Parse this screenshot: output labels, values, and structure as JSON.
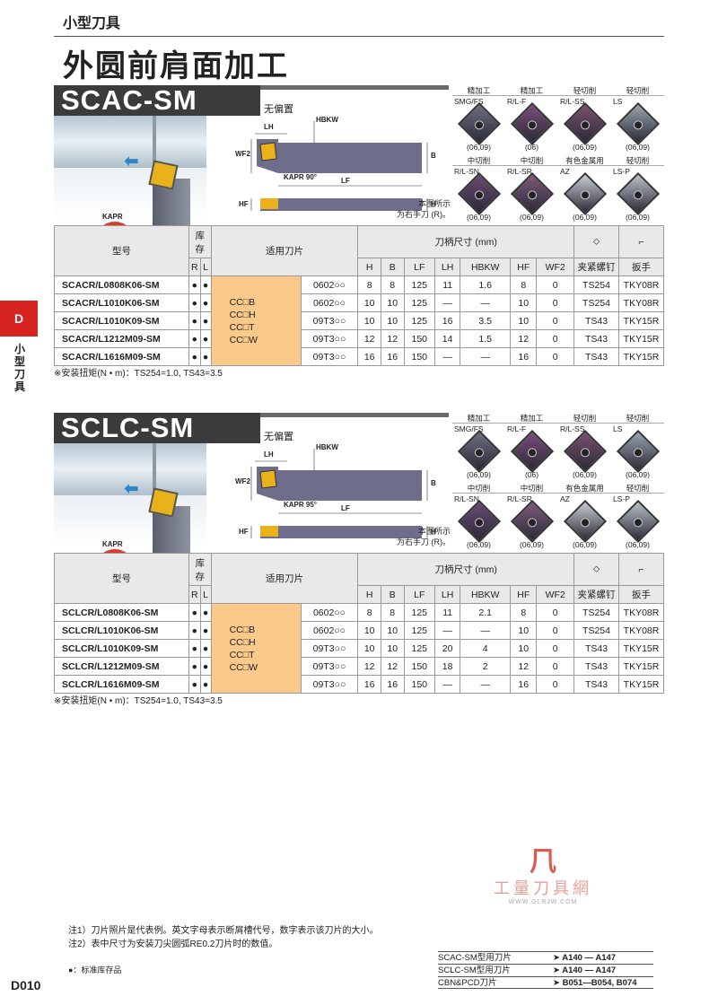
{
  "header": {
    "category": "小型刀具",
    "title": "外圆前肩面加工"
  },
  "side_tab": {
    "letter": "D",
    "label": "小型刀具"
  },
  "sections": [
    {
      "name": "SCAC-SM",
      "subtitle": "无偏置",
      "kapr": "KAPR",
      "angle": "90°",
      "diagram": {
        "lh": "LH",
        "hbkw": "HBKW",
        "wf2": "WF2",
        "b": "B",
        "lf": "LF",
        "hf": "HF",
        "h": "H",
        "kapr": "KAPR 90°"
      },
      "note": [
        "本图所示",
        "为右手刀 (R)。"
      ],
      "inserts": [
        {
          "cat": "精加工",
          "code": "SMG/FS",
          "size": "(06,09)",
          "color": "#6d6f82"
        },
        {
          "cat": "精加工",
          "code": "R/L-F",
          "size": "(06)",
          "color": "#7a4e7a"
        },
        {
          "cat": "轻切削",
          "code": "R/L-SS",
          "size": "(06,09)",
          "color": "#7a5070"
        },
        {
          "cat": "轻切削",
          "code": "LS",
          "size": "(06,09)",
          "color": "#9aa4b0"
        },
        {
          "cat": "中切削",
          "code": "R/L-SN",
          "size": "(06,09)",
          "color": "#6a4a72"
        },
        {
          "cat": "中切削",
          "code": "R/L-SR",
          "size": "(06,09)",
          "color": "#7e5a7c"
        },
        {
          "cat": "有色金属用",
          "code": "AZ",
          "size": "(06,09)",
          "color": "#c8cdd3"
        },
        {
          "cat": "轻切削",
          "code": "LS-P",
          "size": "(06,09)",
          "color": "#b9c1c9"
        }
      ],
      "table": {
        "h_model": "型号",
        "h_stock": "库存",
        "h_insert": "适用刀片",
        "h_dims": "刀柄尺寸 (mm)",
        "h_screw": "夹紧螺钉",
        "h_wrench": "扳手",
        "h_r": "R",
        "h_l": "L",
        "dim_cols": [
          "H",
          "B",
          "LF",
          "LH",
          "HBKW",
          "HF",
          "WF2"
        ],
        "cc_list": [
          "CC□B",
          "CC□H",
          "CC□T",
          "CC□W"
        ],
        "rows": [
          {
            "model": "SCACR/L0808K06-SM",
            "r": "●",
            "l": "●",
            "insert": "0602○○",
            "dims": [
              "8",
              "8",
              "125",
              "11",
              "1.6",
              "8",
              "0"
            ],
            "screw": "TS254",
            "wrench": "TKY08R"
          },
          {
            "model": "SCACR/L1010K06-SM",
            "r": "●",
            "l": "●",
            "insert": "0602○○",
            "dims": [
              "10",
              "10",
              "125",
              "—",
              "—",
              "10",
              "0"
            ],
            "screw": "TS254",
            "wrench": "TKY08R"
          },
          {
            "model": "SCACR/L1010K09-SM",
            "r": "●",
            "l": "●",
            "insert": "09T3○○",
            "dims": [
              "10",
              "10",
              "125",
              "16",
              "3.5",
              "10",
              "0"
            ],
            "screw": "TS43",
            "wrench": "TKY15R"
          },
          {
            "model": "SCACR/L1212M09-SM",
            "r": "●",
            "l": "●",
            "insert": "09T3○○",
            "dims": [
              "12",
              "12",
              "150",
              "14",
              "1.5",
              "12",
              "0"
            ],
            "screw": "TS43",
            "wrench": "TKY15R"
          },
          {
            "model": "SCACR/L1616M09-SM",
            "r": "●",
            "l": "●",
            "insert": "09T3○○",
            "dims": [
              "16",
              "16",
              "150",
              "—",
              "—",
              "16",
              "0"
            ],
            "screw": "TS43",
            "wrench": "TKY15R"
          }
        ]
      },
      "torque": "※安装扭矩(N • m)：TS254=1.0, TS43=3.5"
    },
    {
      "name": "SCLC-SM",
      "subtitle": "无偏置",
      "kapr": "KAPR",
      "angle": "95°",
      "diagram": {
        "lh": "LH",
        "hbkw": "HBKW",
        "wf2": "WF2",
        "b": "B",
        "lf": "LF",
        "hf": "HF",
        "h": "H",
        "kapr": "KAPR 95°"
      },
      "note": [
        "本图所示",
        "为右手刀 (R)。"
      ],
      "inserts": [
        {
          "cat": "精加工",
          "code": "SMG/FS",
          "size": "(06,09)",
          "color": "#6d6f82"
        },
        {
          "cat": "精加工",
          "code": "R/L-F",
          "size": "(06)",
          "color": "#7a4e7a"
        },
        {
          "cat": "轻切削",
          "code": "R/L-SS",
          "size": "(06,09)",
          "color": "#7a5070"
        },
        {
          "cat": "轻切削",
          "code": "LS",
          "size": "(06,09)",
          "color": "#9aa4b0"
        },
        {
          "cat": "中切削",
          "code": "R/L-SN",
          "size": "(06,09)",
          "color": "#6a4a72"
        },
        {
          "cat": "中切削",
          "code": "R/L-SR",
          "size": "(06,09)",
          "color": "#7e5a7c"
        },
        {
          "cat": "有色金属用",
          "code": "AZ",
          "size": "(06,09)",
          "color": "#c8cdd3"
        },
        {
          "cat": "轻切削",
          "code": "LS-P",
          "size": "(06,09)",
          "color": "#b9c1c9"
        }
      ],
      "table": {
        "h_model": "型号",
        "h_stock": "库存",
        "h_insert": "适用刀片",
        "h_dims": "刀柄尺寸 (mm)",
        "h_screw": "夹紧螺钉",
        "h_wrench": "扳手",
        "h_r": "R",
        "h_l": "L",
        "dim_cols": [
          "H",
          "B",
          "LF",
          "LH",
          "HBKW",
          "HF",
          "WF2"
        ],
        "cc_list": [
          "CC□B",
          "CC□H",
          "CC□T",
          "CC□W"
        ],
        "rows": [
          {
            "model": "SCLCR/L0808K06-SM",
            "r": "●",
            "l": "●",
            "insert": "0602○○",
            "dims": [
              "8",
              "8",
              "125",
              "11",
              "2.1",
              "8",
              "0"
            ],
            "screw": "TS254",
            "wrench": "TKY08R"
          },
          {
            "model": "SCLCR/L1010K06-SM",
            "r": "●",
            "l": "●",
            "insert": "0602○○",
            "dims": [
              "10",
              "10",
              "125",
              "—",
              "—",
              "10",
              "0"
            ],
            "screw": "TS254",
            "wrench": "TKY08R"
          },
          {
            "model": "SCLCR/L1010K09-SM",
            "r": "●",
            "l": "●",
            "insert": "09T3○○",
            "dims": [
              "10",
              "10",
              "125",
              "20",
              "4",
              "10",
              "0"
            ],
            "screw": "TS43",
            "wrench": "TKY15R"
          },
          {
            "model": "SCLCR/L1212M09-SM",
            "r": "●",
            "l": "●",
            "insert": "09T3○○",
            "dims": [
              "12",
              "12",
              "150",
              "18",
              "2",
              "12",
              "0"
            ],
            "screw": "TS43",
            "wrench": "TKY15R"
          },
          {
            "model": "SCLCR/L1616M09-SM",
            "r": "●",
            "l": "●",
            "insert": "09T3○○",
            "dims": [
              "16",
              "16",
              "150",
              "—",
              "—",
              "16",
              "0"
            ],
            "screw": "TS43",
            "wrench": "TKY15R"
          }
        ]
      },
      "torque": "※安装扭矩(N • m)：TS254=1.0, TS43=3.5"
    }
  ],
  "watermark": {
    "mark": "⺇",
    "text": "工量刀具網",
    "url": "WWW.GLRJW.COM"
  },
  "footnotes": [
    "注1）刀片照片是代表例。英文字母表示断屑槽代号，数字表示该刀片的大小。",
    "注2）表中尺寸为安装刀尖圆弧RE0.2刀片时的数值。"
  ],
  "stock_note": "●：标准库存品",
  "page_number": "D010",
  "references": [
    {
      "label": "SCAC-SM型用刀片",
      "pages": "➤ A140 — A147"
    },
    {
      "label": "SCLC-SM型用刀片",
      "pages": "➤ A140 — A147"
    },
    {
      "label": "CBN&PCD刀片",
      "pages": "➤ B051—B054, B074"
    }
  ]
}
